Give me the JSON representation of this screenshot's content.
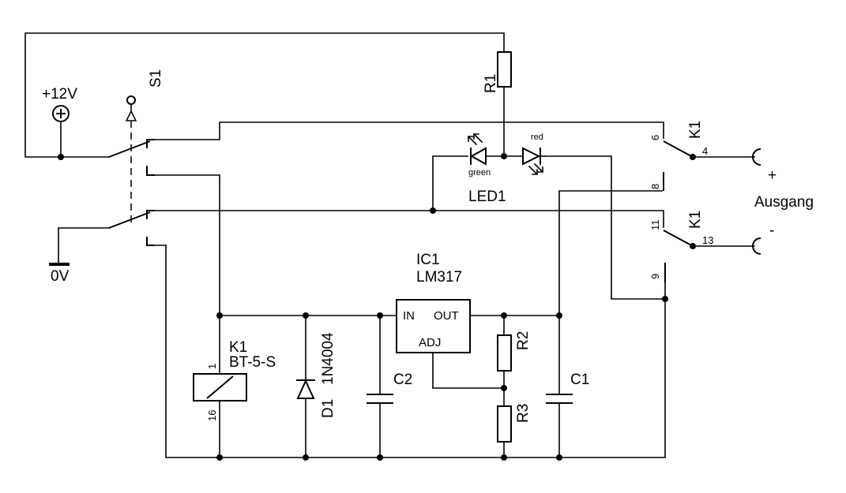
{
  "schematic": {
    "supply": {
      "positive": "+12V",
      "ground": "0V"
    },
    "switch": {
      "ref": "S1"
    },
    "resistors": {
      "r1": "R1",
      "r2": "R2",
      "r3": "R3"
    },
    "led": {
      "ref": "LED1",
      "green": "green",
      "red": "red"
    },
    "relay": {
      "ref": "K1",
      "model": "BT-5-S",
      "coil_pins": {
        "top": "1",
        "bottom": "16"
      },
      "contact_pins": [
        "6",
        "4",
        "8",
        "11",
        "13",
        "9"
      ]
    },
    "regulator": {
      "ref": "IC1",
      "model": "LM317",
      "pin_in": "IN",
      "pin_out": "OUT",
      "pin_adj": "ADJ"
    },
    "diode": {
      "ref": "D1",
      "model": "1N4004"
    },
    "capacitors": {
      "c1": "C1",
      "c2": "C2"
    },
    "output": {
      "label": "Ausgang",
      "plus": "+",
      "minus": "-"
    }
  }
}
